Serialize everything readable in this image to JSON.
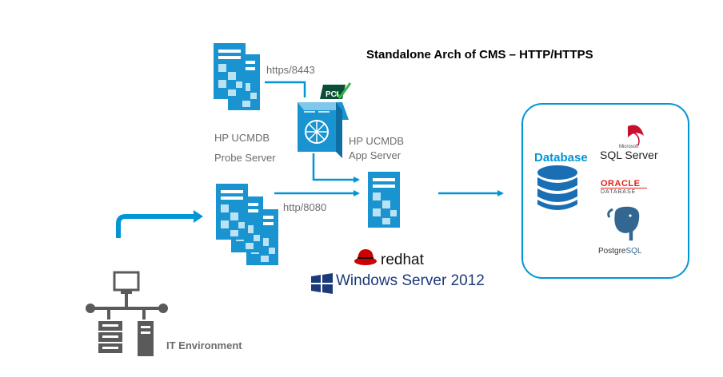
{
  "title": "Standalone Arch of CMS – HTTP/HTTPS",
  "probe_server": {
    "line1": "HP UCMDB",
    "line2": "Probe Server"
  },
  "app_server": {
    "line1": "HP UCMDB",
    "line2": "App Server"
  },
  "connections": {
    "https": "https/8443",
    "http": "http/8080"
  },
  "pci_label": "PCI",
  "it_environment": "IT Environment",
  "database": {
    "title": "Database",
    "sql_server_small": "Microsoft",
    "sql_server": "SQL Server",
    "oracle": "ORACLE",
    "oracle_sub": "DATABASE",
    "postgres_prefix": "Postgre",
    "postgres_suffix": "SQL"
  },
  "platforms": {
    "redhat": "redhat",
    "windows": "Windows Server 2012"
  },
  "colors": {
    "accent": "#0096d6",
    "label_gray": "#6d6d6d",
    "server_dark": "#1a93d1",
    "server_light": "#b9e2f5"
  }
}
